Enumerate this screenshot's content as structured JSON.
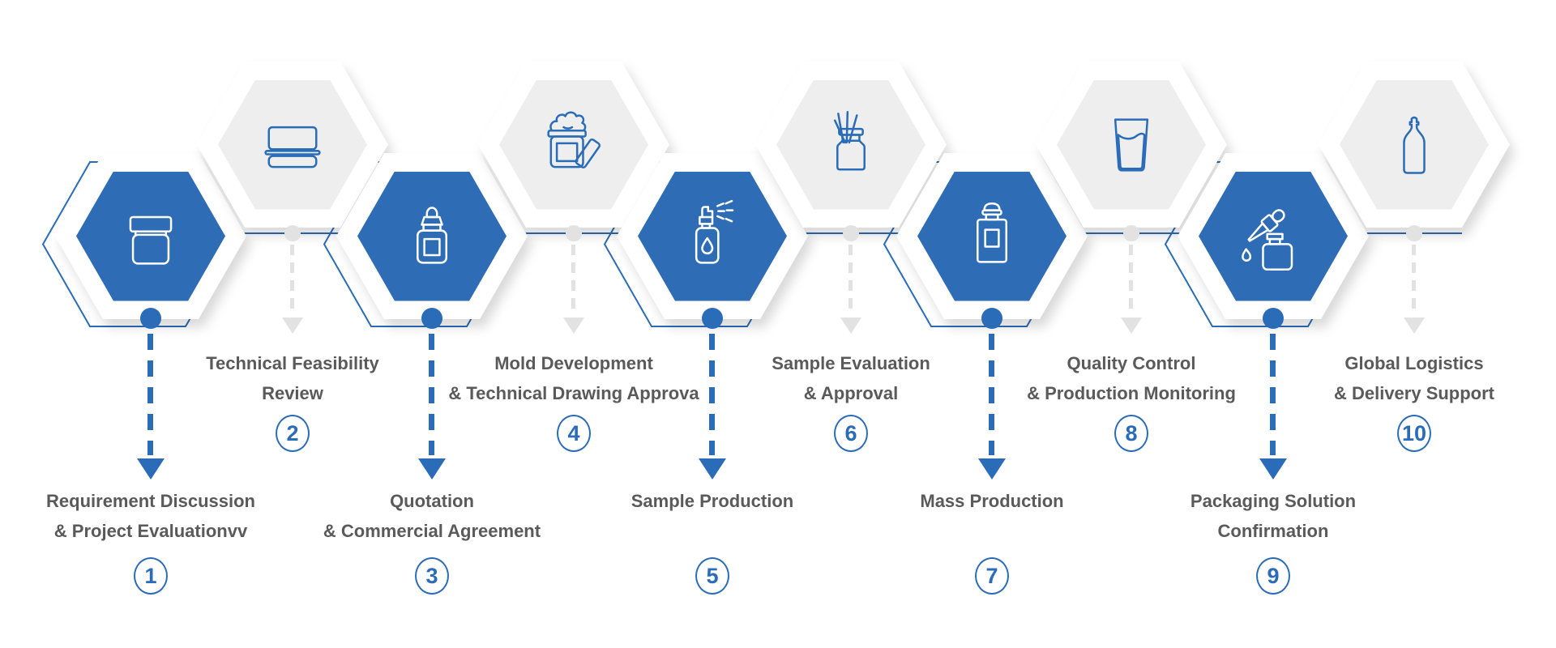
{
  "colors": {
    "accent_blue": "#2b6cb8",
    "hex_blue_fill": "#2e6cb5",
    "hex_gray_fill": "#eeeeef",
    "text_gray": "#5a5a5a",
    "muted_gray": "#e2e2e2",
    "background": "#ffffff"
  },
  "steps": [
    {
      "number": "1",
      "variant": "blue",
      "icon": "cream-jar-icon",
      "lines": [
        "Requirement Discussion",
        "& Project Evaluationvv"
      ]
    },
    {
      "number": "2",
      "variant": "gray",
      "icon": "compact-case-icon",
      "lines": [
        "Technical Feasibility",
        "Review"
      ]
    },
    {
      "number": "3",
      "variant": "blue",
      "icon": "serum-dropper-bottle-icon",
      "lines": [
        "Quotation",
        "& Commercial Agreement"
      ]
    },
    {
      "number": "4",
      "variant": "gray",
      "icon": "open-cream-jar-icon",
      "lines": [
        "Mold Development",
        "& Technical Drawing Approva"
      ]
    },
    {
      "number": "5",
      "variant": "blue",
      "icon": "spray-bottle-icon",
      "lines": [
        "Sample Production"
      ]
    },
    {
      "number": "6",
      "variant": "gray",
      "icon": "reed-diffuser-icon",
      "lines": [
        "Sample Evaluation",
        "& Approval"
      ]
    },
    {
      "number": "7",
      "variant": "blue",
      "icon": "perfume-bottle-icon",
      "lines": [
        "Mass Production"
      ]
    },
    {
      "number": "8",
      "variant": "gray",
      "icon": "water-glass-icon",
      "lines": [
        "Quality Control",
        "& Production Monitoring"
      ]
    },
    {
      "number": "9",
      "variant": "blue",
      "icon": "pipette-bottle-icon",
      "lines": [
        "Packaging Solution",
        "Confirmation"
      ]
    },
    {
      "number": "10",
      "variant": "gray",
      "icon": "tall-bottle-icon",
      "lines": [
        "Global Logistics",
        "& Delivery Support"
      ]
    }
  ]
}
